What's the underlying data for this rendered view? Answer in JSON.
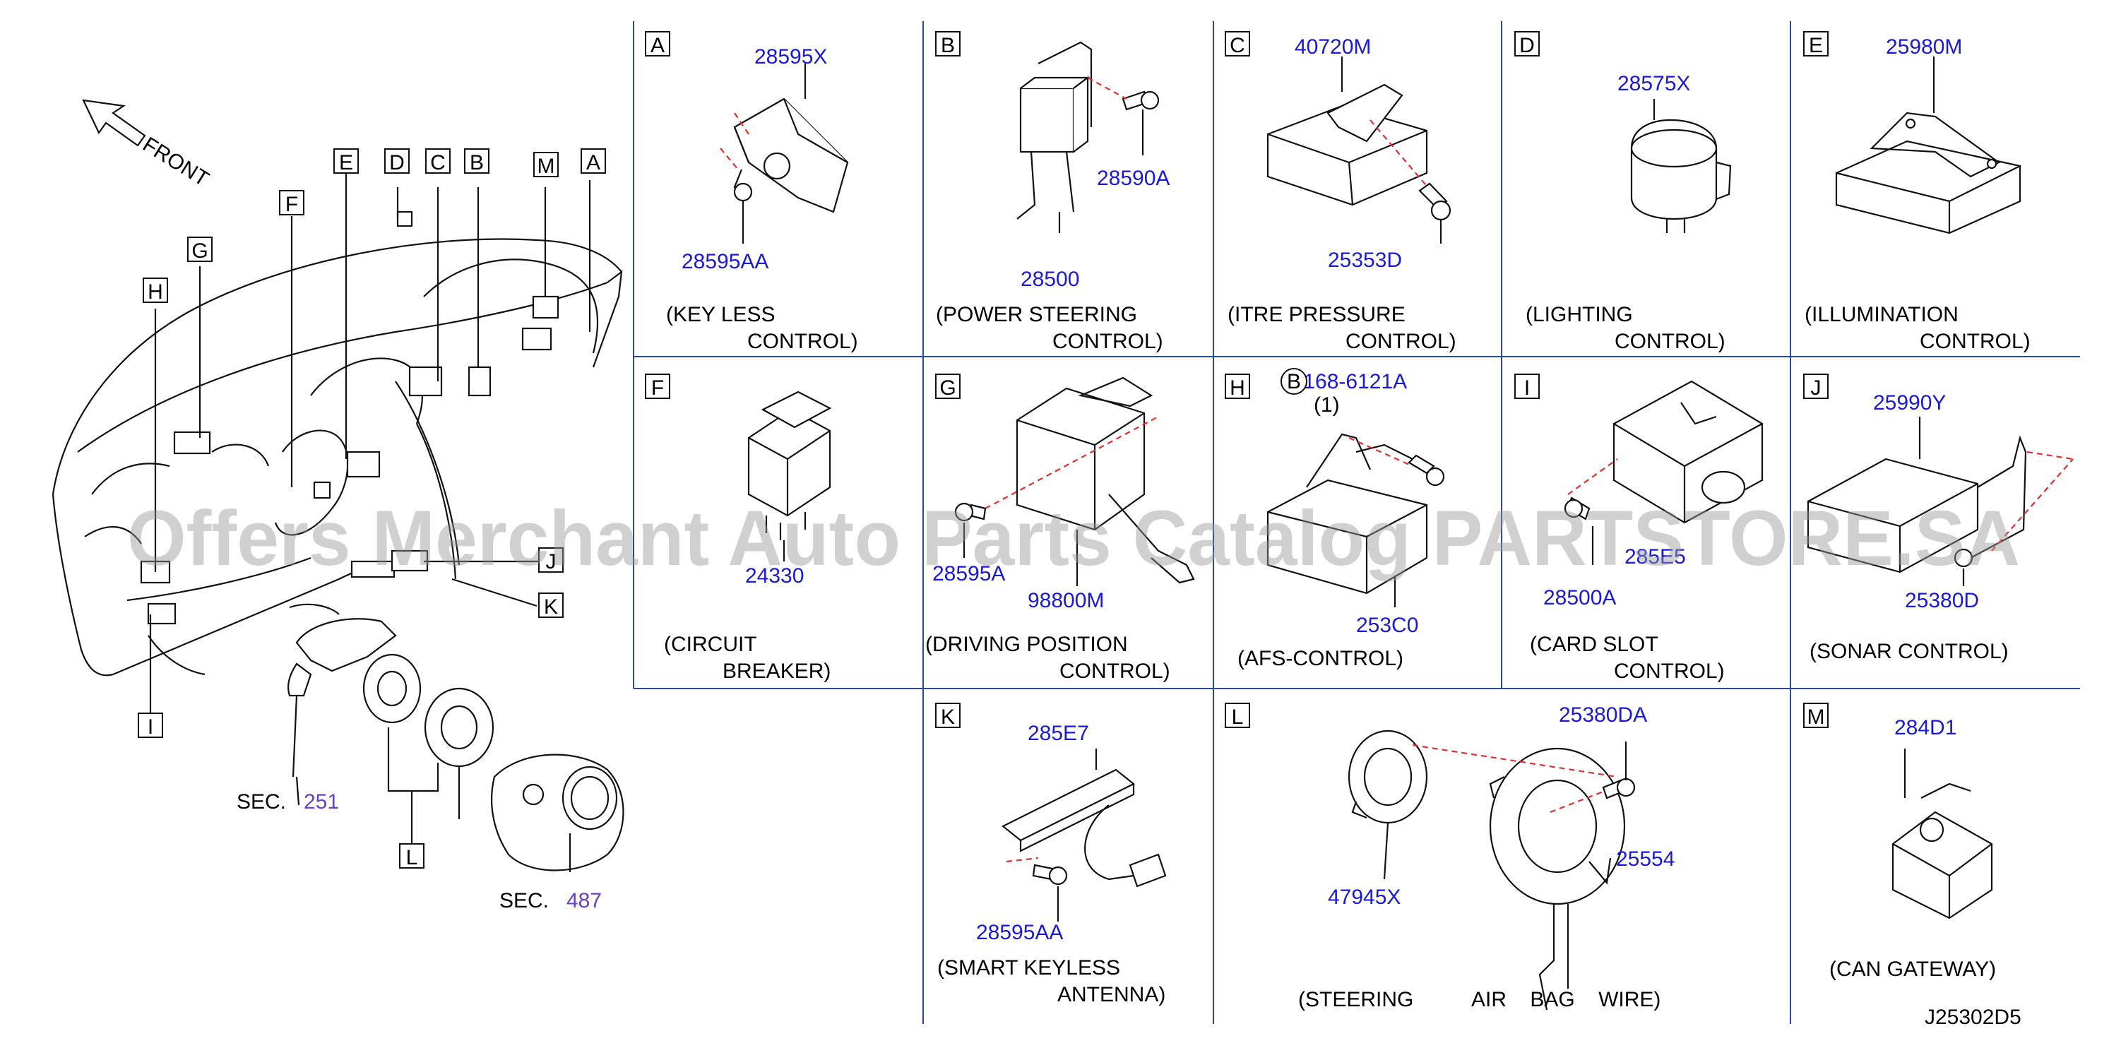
{
  "overview": {
    "front_label": "FRONT",
    "callouts": [
      "A",
      "B",
      "C",
      "D",
      "E",
      "F",
      "G",
      "H",
      "I",
      "J",
      "K",
      "L",
      "M"
    ],
    "sec_label": "SEC.",
    "sec_a": "251",
    "sec_b": "487"
  },
  "cells": {
    "A": {
      "letter": "A",
      "parts": [
        "28595X",
        "28595AA"
      ],
      "caption": [
        "(KEY    LESS",
        "CONTROL)"
      ]
    },
    "B": {
      "letter": "B",
      "parts": [
        "28590A",
        "28500"
      ],
      "caption": [
        "(POWER    STEERING",
        "CONTROL)"
      ]
    },
    "C": {
      "letter": "C",
      "parts": [
        "40720M",
        "25353D"
      ],
      "caption": [
        "(ITRE    PRESSURE",
        "CONTROL)"
      ]
    },
    "D": {
      "letter": "D",
      "parts": [
        "28575X"
      ],
      "caption": [
        "(LIGHTING",
        "CONTROL)"
      ]
    },
    "E": {
      "letter": "E",
      "parts": [
        "25980M"
      ],
      "caption": [
        "(ILLUMINATION",
        "CONTROL)"
      ]
    },
    "F": {
      "letter": "F",
      "parts": [
        "24330"
      ],
      "caption": [
        "(CIRCUIT",
        "BREAKER)"
      ]
    },
    "G": {
      "letter": "G",
      "parts": [
        "28595A",
        "98800M"
      ],
      "caption": [
        "(DRIVING    POSITION",
        "CONTROL)"
      ]
    },
    "H": {
      "letter": "H",
      "parts": [
        "08168-6121A",
        "(1)",
        "253C0"
      ],
      "bolt_symbol": "B",
      "caption": [
        "(AFS-CONTROL)"
      ]
    },
    "I": {
      "letter": "I",
      "parts": [
        "28500A",
        "285E5"
      ],
      "caption": [
        "(CARD    SLOT",
        "CONTROL)"
      ]
    },
    "J": {
      "letter": "J",
      "parts": [
        "25990Y",
        "25380D"
      ],
      "caption": [
        "(SONAR    CONTROL)"
      ]
    },
    "K": {
      "letter": "K",
      "parts": [
        "285E7",
        "28595AA"
      ],
      "caption": [
        "(SMART    KEYLESS",
        "ANTENNA)"
      ]
    },
    "L": {
      "letter": "L",
      "parts": [
        "25380DA",
        "25554",
        "47945X"
      ],
      "caption": [
        "(STEERING          AIR    BAG    WIRE)"
      ]
    },
    "M": {
      "letter": "M",
      "parts": [
        "284D1"
      ],
      "caption": [
        "(CAN    GATEWAY)"
      ]
    }
  },
  "drawing_code": "J25302D5",
  "watermark": "Offers Merchant Auto Parts Catalog PARTSTORE.SA"
}
